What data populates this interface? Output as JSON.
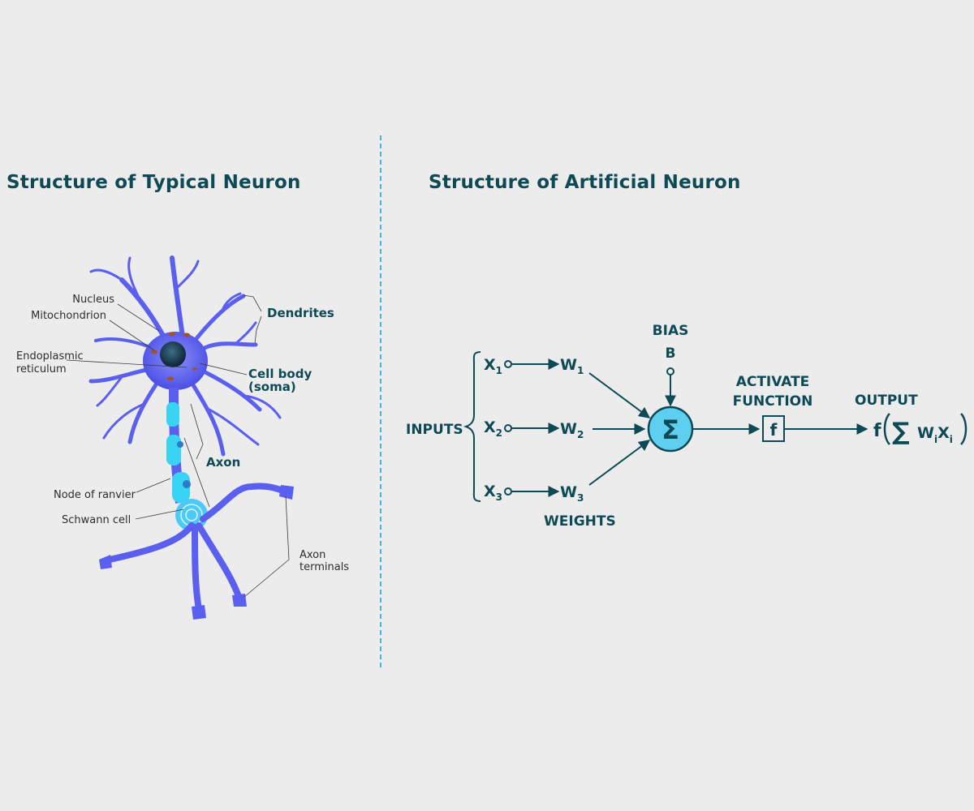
{
  "titles": {
    "left": "Structure of Typical Neuron",
    "right": "Structure of Artificial Neuron"
  },
  "neuron_labels": {
    "nucleus": "Nucleus",
    "mitochondrion": "Mitochondrion",
    "endoplasmic_1": "Endoplasmic",
    "endoplasmic_2": "reticulum",
    "dendrites": "Dendrites",
    "cell_body_1": "Cell body",
    "cell_body_2": "(soma)",
    "axon": "Axon",
    "node_of_ranvier": "Node of  ranvier",
    "schwann_cell": "Schwann cell",
    "axon_terminals_1": "Axon",
    "axon_terminals_2": "terminals"
  },
  "artificial": {
    "inputs_label": "INPUTS",
    "inputs": [
      {
        "base": "X",
        "sub": "1"
      },
      {
        "base": "X",
        "sub": "2"
      },
      {
        "base": "X",
        "sub": "3"
      }
    ],
    "weights": [
      {
        "base": "W",
        "sub": "1"
      },
      {
        "base": "W",
        "sub": "2"
      },
      {
        "base": "W",
        "sub": "3"
      }
    ],
    "weights_label": "WEIGHTS",
    "bias_label": "BIAS",
    "bias_symbol": "B",
    "sum_symbol": "Σ",
    "activate_1": "ACTIVATE",
    "activate_2": "FUNCTION",
    "function_symbol": "f",
    "output_label": "OUTPUT",
    "output_f": "f",
    "output_sum": "∑",
    "output_w": "W",
    "output_x": "X",
    "output_sub": "i"
  },
  "colors": {
    "title": "#0e4a55",
    "neuron": "#5b5ff0",
    "myelin": "#39d3f5",
    "sum_fill": "#5fcff0",
    "divider": "#3db8e6"
  }
}
